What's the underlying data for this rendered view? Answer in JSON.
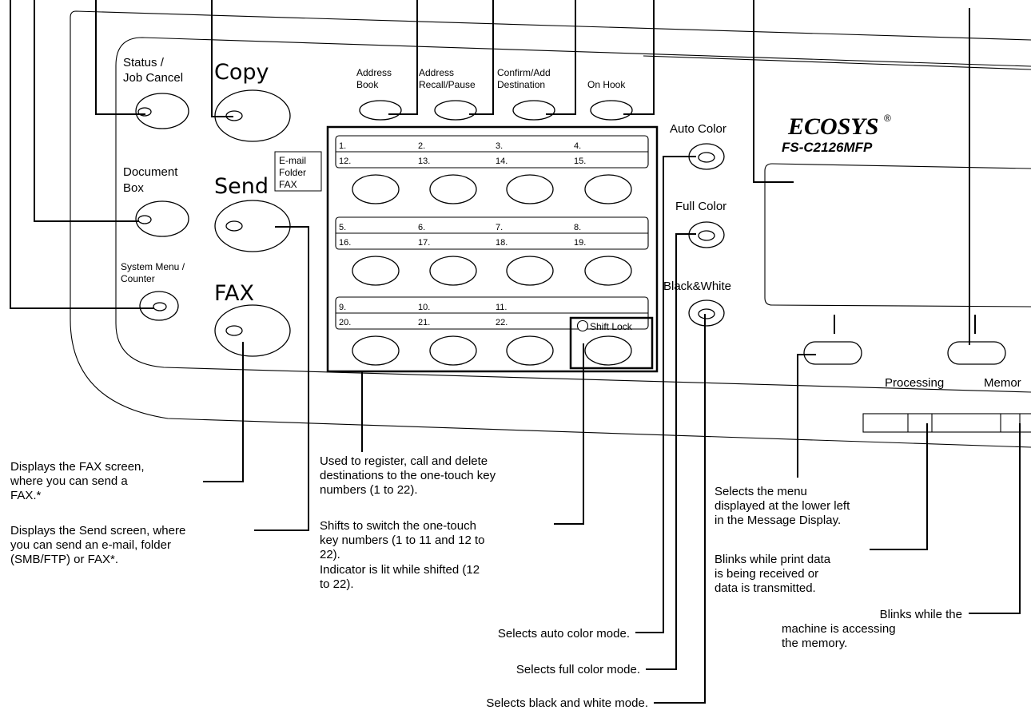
{
  "panel": {
    "left_keys": {
      "status": [
        "Status /",
        "Job Cancel"
      ],
      "document_box": [
        "Document",
        "Box"
      ],
      "system_menu": [
        "System Menu /",
        "Counter"
      ]
    },
    "mode_keys": {
      "copy": "Copy",
      "send": "Send",
      "send_tag": [
        "E-mail",
        "Folder",
        "FAX"
      ],
      "fax": "FAX"
    },
    "top_keys": {
      "address_book": [
        "Address",
        "Book"
      ],
      "address_recall": [
        "Address",
        "Recall/Pause"
      ],
      "confirm_add": [
        "Confirm/Add",
        "Destination"
      ],
      "on_hook": "On Hook"
    },
    "one_touch": {
      "rows": [
        {
          "top": [
            "1.",
            "2.",
            "3.",
            "4."
          ],
          "bottom": [
            "12.",
            "13.",
            "14.",
            "15."
          ]
        },
        {
          "top": [
            "5.",
            "6.",
            "7.",
            "8."
          ],
          "bottom": [
            "16.",
            "17.",
            "18.",
            "19."
          ]
        },
        {
          "top": [
            "9.",
            "10.",
            "11.",
            ""
          ],
          "bottom": [
            "20.",
            "21.",
            "22.",
            ""
          ]
        }
      ],
      "shift_lock": "Shift Lock"
    },
    "color_keys": {
      "auto_color": "Auto Color",
      "full_color": "Full Color",
      "black_white": "Black&White"
    },
    "brand": {
      "logo": "ECOSYS",
      "registered": "®",
      "model": "FS-C2126MFP"
    },
    "indicators": {
      "processing": "Processing",
      "memory": "Memor"
    }
  },
  "callouts": {
    "fax": [
      "Displays the FAX screen,",
      "where you can send a",
      "FAX.*"
    ],
    "send": [
      "Displays the Send screen, where",
      "you can send an e-mail, folder",
      "(SMB/FTP) or FAX*."
    ],
    "one_touch": [
      "Used to register, call and delete",
      "destinations to the one-touch key",
      "numbers (1 to 22)."
    ],
    "shift_lock": [
      "Shifts to switch the one-touch",
      "key numbers (1 to 11 and 12 to",
      "22).",
      "Indicator is lit while shifted (12",
      "to 22)."
    ],
    "auto_color": "Selects auto color mode.",
    "full_color": "Selects full color mode.",
    "black_white": "Selects black and white mode.",
    "select_left": [
      "Selects the menu",
      "displayed at the lower left",
      "in the Message Display."
    ],
    "processing": [
      "Blinks while print data",
      "is being received or",
      "data is transmitted."
    ],
    "memory": [
      "Blinks while the",
      "machine is accessing",
      "the memory."
    ]
  }
}
